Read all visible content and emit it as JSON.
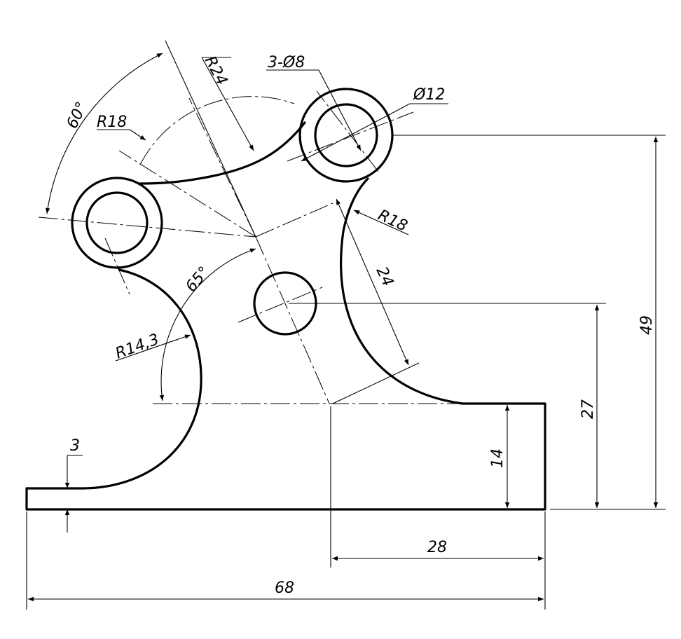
{
  "drawing": {
    "line_color": "#000000",
    "background": "#ffffff",
    "dimensions": {
      "angle_top": "60°",
      "radius_top": "R24",
      "holes": "3-Ø8",
      "boss_dia": "Ø12",
      "radius_left": "R18",
      "radius_right": "R18",
      "arm_length": "24",
      "angle_mid": "65°",
      "radius_lower": "R14,3",
      "height_total": "49",
      "height_mid": "27",
      "height_step": "14",
      "thickness": "3",
      "width_right": "28",
      "width_total": "68"
    }
  }
}
